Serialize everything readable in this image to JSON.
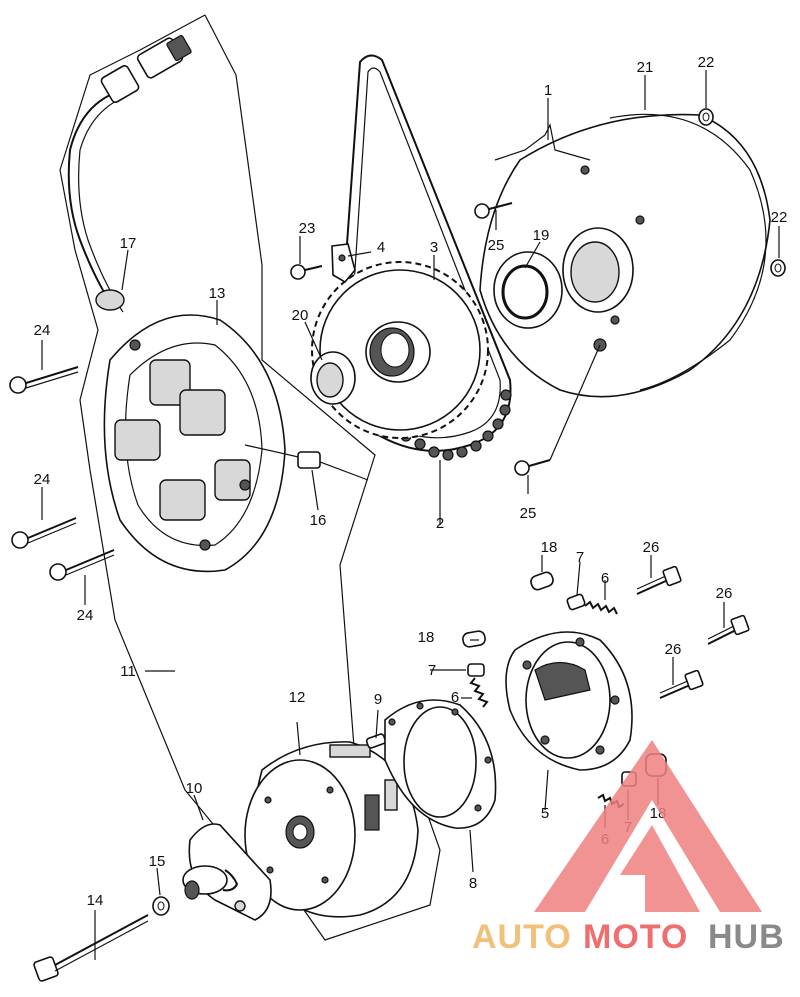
{
  "part_labels": [
    {
      "id": "p1",
      "text": "1"
    },
    {
      "id": "p2",
      "text": "2"
    },
    {
      "id": "p3",
      "text": "3"
    },
    {
      "id": "p4",
      "text": "4"
    },
    {
      "id": "p5",
      "text": "5"
    },
    {
      "id": "p6a",
      "text": "6"
    },
    {
      "id": "p6b",
      "text": "6"
    },
    {
      "id": "p6c",
      "text": "6"
    },
    {
      "id": "p7a",
      "text": "7"
    },
    {
      "id": "p7b",
      "text": "7"
    },
    {
      "id": "p7c",
      "text": "7"
    },
    {
      "id": "p8",
      "text": "8"
    },
    {
      "id": "p9",
      "text": "9"
    },
    {
      "id": "p10",
      "text": "10"
    },
    {
      "id": "p11",
      "text": "11"
    },
    {
      "id": "p12",
      "text": "12"
    },
    {
      "id": "p13",
      "text": "13"
    },
    {
      "id": "p14",
      "text": "14"
    },
    {
      "id": "p15",
      "text": "15"
    },
    {
      "id": "p16",
      "text": "16"
    },
    {
      "id": "p17",
      "text": "17"
    },
    {
      "id": "p18a",
      "text": "18"
    },
    {
      "id": "p18b",
      "text": "18"
    },
    {
      "id": "p18c",
      "text": "18"
    },
    {
      "id": "p19",
      "text": "19"
    },
    {
      "id": "p20",
      "text": "20"
    },
    {
      "id": "p21",
      "text": "21"
    },
    {
      "id": "p22a",
      "text": "22"
    },
    {
      "id": "p22b",
      "text": "22"
    },
    {
      "id": "p23",
      "text": "23"
    },
    {
      "id": "p24a",
      "text": "24"
    },
    {
      "id": "p24b",
      "text": "24"
    },
    {
      "id": "p24c",
      "text": "24"
    },
    {
      "id": "p25a",
      "text": "25"
    },
    {
      "id": "p25b",
      "text": "25"
    },
    {
      "id": "p26a",
      "text": "26"
    },
    {
      "id": "p26b",
      "text": "26"
    },
    {
      "id": "p26c",
      "text": "26"
    }
  ],
  "watermark": {
    "part1": "AUTO",
    "part2": "MOTO",
    "part3": "HUB",
    "colors": {
      "auto": "#f2c07a",
      "moto": "#ef6f6f",
      "hub": "#8a8a8a",
      "triangle": "#f08080"
    }
  }
}
